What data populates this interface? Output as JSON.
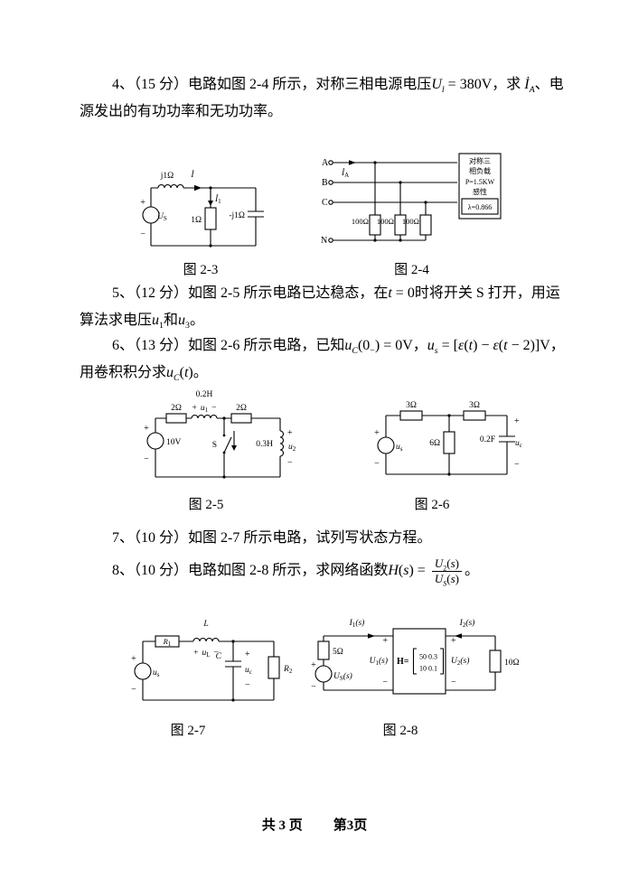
{
  "sym": {
    "plus": "+",
    "minus": "−"
  },
  "questions": {
    "q4": {
      "line1": [
        {
          "t": "4、（15 分）电路如图 2-4 所示，对称三相电源电压"
        },
        {
          "t": "U",
          "s": "i"
        },
        {
          "t": "l",
          "s": "isub"
        },
        {
          "t": " = 380V，求 "
        },
        {
          "t": "İ",
          "s": "i"
        },
        {
          "t": "A",
          "s": "isub"
        },
        {
          "t": "、电"
        }
      ],
      "line2": [
        {
          "t": "源发出的有功功率和无功功率。"
        }
      ]
    },
    "q5": {
      "line1": [
        {
          "t": "5、（12 分）如图 2-5 所示电路已达稳态，在"
        },
        {
          "t": "t",
          "s": "i"
        },
        {
          "t": " = 0"
        },
        {
          "t": "时将开关 S 打开，用运"
        }
      ],
      "line2": [
        {
          "t": "算法求电压"
        },
        {
          "t": "u",
          "s": "i"
        },
        {
          "t": "1",
          "s": "sub"
        },
        {
          "t": "和"
        },
        {
          "t": "u",
          "s": "i"
        },
        {
          "t": "3",
          "s": "sub"
        },
        {
          "t": "。"
        }
      ]
    },
    "q6": {
      "line1": [
        {
          "t": "6、（13 分）如图 2-6 所示电路，已知"
        },
        {
          "t": "u",
          "s": "i"
        },
        {
          "t": "C",
          "s": "isub"
        },
        {
          "t": "(0"
        },
        {
          "t": "−",
          "s": "sub"
        },
        {
          "t": ") = 0V，"
        },
        {
          "t": "u",
          "s": "i"
        },
        {
          "t": "s",
          "s": "isub"
        },
        {
          "t": " = ["
        },
        {
          "t": "ε",
          "s": "i"
        },
        {
          "t": "("
        },
        {
          "t": "t",
          "s": "i"
        },
        {
          "t": ") − "
        },
        {
          "t": "ε",
          "s": "i"
        },
        {
          "t": "("
        },
        {
          "t": "t",
          "s": "i"
        },
        {
          "t": " − 2)]V，"
        }
      ],
      "line2": [
        {
          "t": "用卷积积分求"
        },
        {
          "t": "u",
          "s": "i"
        },
        {
          "t": "C",
          "s": "isub"
        },
        {
          "t": "("
        },
        {
          "t": "t",
          "s": "i"
        },
        {
          "t": ")。"
        }
      ]
    },
    "q7": {
      "line1": [
        {
          "t": "7、（10 分）如图 2-7 所示电路，试列写状态方程。"
        }
      ]
    },
    "q8": {
      "line1": [
        {
          "t": "8、（10 分）电路如图 2-8 所示，求网络函数"
        },
        {
          "t": "H",
          "s": "i"
        },
        {
          "t": "("
        },
        {
          "t": "s",
          "s": "i"
        },
        {
          "t": ") = "
        },
        {
          "s": "frac",
          "n": [
            {
              "t": "U",
              "s": "i"
            },
            {
              "t": "2",
              "s": "sub"
            },
            {
              "t": "("
            },
            {
              "t": "s",
              "s": "i"
            },
            {
              "t": ")"
            }
          ],
          "d": [
            {
              "t": "U",
              "s": "i"
            },
            {
              "t": "S",
              "s": "isub"
            },
            {
              "t": "("
            },
            {
              "t": "s",
              "s": "i"
            },
            {
              "t": ")"
            }
          ]
        },
        {
          "t": "。"
        }
      ]
    }
  },
  "figures": {
    "fig23": {
      "caption": "图 2-3",
      "l_label": "j1Ω",
      "i_label": "İ",
      "i1": {
        "b": "İ",
        "sub": "1"
      },
      "r_label": "1Ω",
      "c_label": "-j1Ω",
      "src": {
        "b": "U",
        "sub": "S"
      }
    },
    "fig24": {
      "caption": "图 2-4",
      "a": "A",
      "b": "B",
      "c": "C",
      "n": "N",
      "ia": {
        "b": "İ",
        "sub": "A"
      },
      "r1": "100Ω",
      "r2": "100Ω",
      "r3": "100Ω",
      "load1": "对称三",
      "load2": "相负载",
      "load3": "P=1.5KW",
      "load4": "感性",
      "load5": "λ=0.866"
    },
    "fig25": {
      "caption": "图 2-5",
      "src": "10V",
      "r1": "2Ω",
      "r2": "2Ω",
      "l1": "0.2H",
      "l2": "0.3H",
      "u1": {
        "b": "u",
        "sub": "1"
      },
      "u2": {
        "b": "u",
        "sub": "2"
      },
      "sw": "S"
    },
    "fig26": {
      "caption": "图 2-6",
      "src": {
        "b": "u",
        "sub": "s"
      },
      "r1": "3Ω",
      "r2": "3Ω",
      "r3": "6Ω",
      "c": "0.2F",
      "uc": {
        "b": "u",
        "sub": "c"
      }
    },
    "fig27": {
      "caption": "图 2-7",
      "src": {
        "b": "u",
        "sub": "s"
      },
      "r1": {
        "b": "R",
        "sub": "1"
      },
      "r2": {
        "b": "R",
        "sub": "2"
      },
      "l": "L",
      "ul": {
        "b": "u",
        "sub": "L"
      },
      "c": "C",
      "uc": {
        "b": "u",
        "sub": "c"
      }
    },
    "fig28": {
      "caption": "图 2-8",
      "i1": {
        "b": "I",
        "sub": "1",
        "p": "(s)"
      },
      "i2": {
        "b": "I",
        "sub": "2",
        "p": "(s)"
      },
      "u1": {
        "b": "U",
        "sub": "1",
        "p": "(s)"
      },
      "u2": {
        "b": "U",
        "sub": "2",
        "p": "(s)"
      },
      "us": {
        "b": "U",
        "sub": "S",
        "p": "(s)"
      },
      "r1": "5Ω",
      "r2": "10Ω",
      "h": "H=",
      "row1": "50  0.3",
      "row2": "10  0.1"
    }
  },
  "footer": {
    "left": "共 3 页",
    "right": "第3页"
  }
}
